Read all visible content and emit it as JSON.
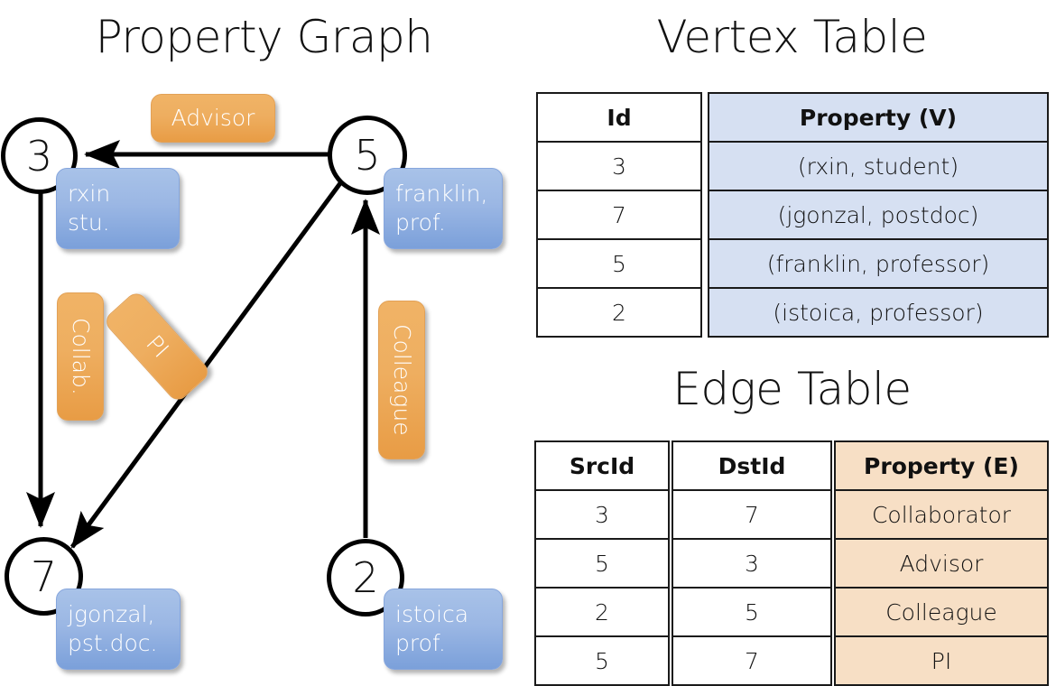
{
  "titles": {
    "property_graph": "Property Graph",
    "vertex_table": "Vertex Table",
    "edge_table": "Edge Table"
  },
  "graph": {
    "nodes": [
      {
        "id": "3",
        "property": "rxin\nstu.",
        "line1": "rxin",
        "line2": "stu."
      },
      {
        "id": "5",
        "property": "franklin,\nprof.",
        "line1": "franklin,",
        "line2": "prof."
      },
      {
        "id": "7",
        "property": "jgonzal,\npst.doc.",
        "line1": "jgonzal,",
        "line2": "pst.doc."
      },
      {
        "id": "2",
        "property": "istoica\nprof.",
        "line1": "istoica",
        "line2": "prof."
      }
    ],
    "edge_labels": [
      {
        "name": "advisor",
        "label": "Advisor",
        "orientation": "horizontal"
      },
      {
        "name": "collab",
        "label": "Collab.",
        "orientation": "vertical"
      },
      {
        "name": "pi",
        "label": "PI",
        "orientation": "rotated"
      },
      {
        "name": "colleague",
        "label": "Colleague",
        "orientation": "vertical"
      }
    ],
    "edges": [
      {
        "from": "5",
        "to": "3",
        "label": "Advisor"
      },
      {
        "from": "3",
        "to": "7",
        "label": "Collab."
      },
      {
        "from": "5",
        "to": "7",
        "label": "PI"
      },
      {
        "from": "2",
        "to": "5",
        "label": "Colleague"
      }
    ]
  },
  "vertex_table": {
    "headers": [
      "Id",
      "Property (V)"
    ],
    "rows": [
      {
        "id": "3",
        "property": "(rxin, student)"
      },
      {
        "id": "7",
        "property": "(jgonzal, postdoc)"
      },
      {
        "id": "5",
        "property": "(franklin, professor)"
      },
      {
        "id": "2",
        "property": "(istoica, professor)"
      }
    ]
  },
  "edge_table": {
    "headers": [
      "SrcId",
      "DstId",
      "Property (E)"
    ],
    "rows": [
      {
        "src": "3",
        "dst": "7",
        "property": "Collaborator"
      },
      {
        "src": "5",
        "dst": "3",
        "property": "Advisor"
      },
      {
        "src": "2",
        "dst": "5",
        "property": "Colleague"
      },
      {
        "src": "5",
        "dst": "7",
        "property": "PI"
      }
    ]
  },
  "colors": {
    "vertex_header_fill": "#d6e0f2",
    "vertex_cell_fill": "#d6e0f2",
    "edge_property_fill": "#f7dfc5",
    "node_property_box": "#9bb7e4",
    "edge_property_box": "#eeae60",
    "stroke": "#000000",
    "background": "#ffffff"
  }
}
